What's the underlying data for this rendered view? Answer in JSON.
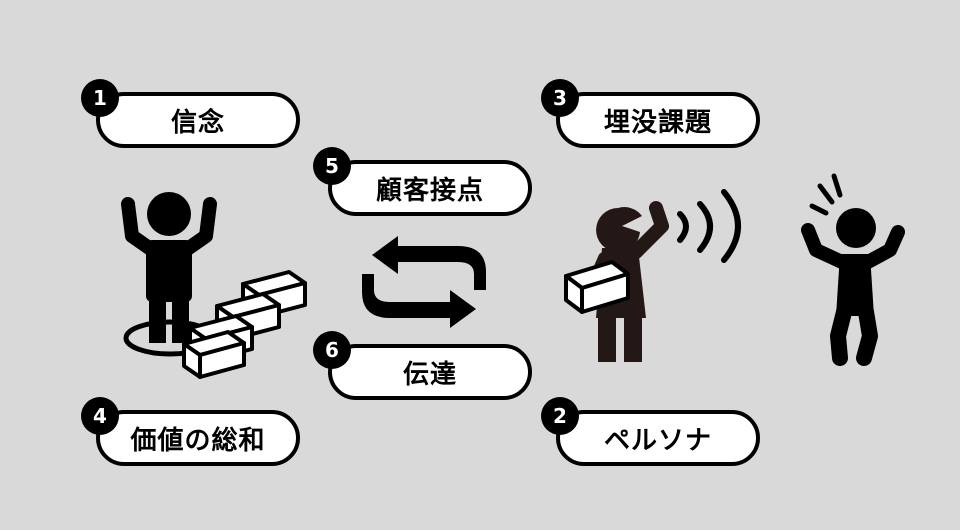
{
  "labels": {
    "belief": {
      "number": "1",
      "text": "信念"
    },
    "persona": {
      "number": "2",
      "text": "ペルソナ"
    },
    "latent_issue": {
      "number": "3",
      "text": "埋没課題"
    },
    "total_value": {
      "number": "4",
      "text": "価値の総和"
    },
    "customer_touchpoint": {
      "number": "5",
      "text": "顧客接点"
    },
    "communication": {
      "number": "6",
      "text": "伝達"
    }
  },
  "icons": {
    "left_figure": "person-arms-raised-with-boxes-icon",
    "cycle": "exchange-arrows-icon",
    "center_figure": "person-shouting-holding-box-icon",
    "right_figure": "startled-person-icon"
  },
  "colors": {
    "background": "#d9d9d9",
    "ink": "#000000",
    "figure_brown": "#231815",
    "pill_fill": "#ffffff"
  }
}
